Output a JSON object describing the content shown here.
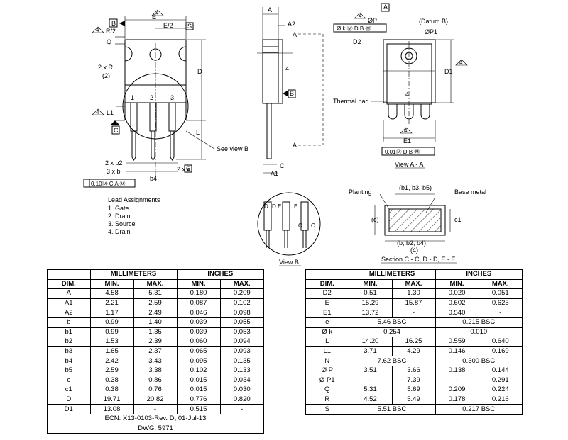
{
  "labels": {
    "datum_b": "B",
    "datum_c": "C",
    "datum_a": "A",
    "note4": "4",
    "dim_e": "E",
    "dim_e_half": "E/2",
    "dim_s": "S",
    "dim_r_half": "R/2",
    "dim_2xr": "2 x R",
    "note2": "(2)",
    "pin1": "1",
    "pin2": "2",
    "pin3": "3",
    "dim_d": "D",
    "dim_l": "L",
    "dim_l1": "L1",
    "dim_q": "Q",
    "see_view_b": "See view B",
    "dim_2xb2": "2 x b2",
    "dim_3xb": "3 x b",
    "dim_b4": "b4",
    "dim_2xe": "2 x e",
    "fcf_left": "0.10Ⓜ C A Ⓜ",
    "lead_title": "Lead Assignments",
    "lead_1": "1. Gate",
    "lead_2": "2. Drain",
    "lead_3": "3. Source",
    "lead_4": "4. Drain",
    "side_a": "A",
    "side_a2": "A2",
    "side_c": "C",
    "side_a1": "A1",
    "view_b": "View B",
    "view_b_d": "D",
    "view_b_de": "D E",
    "view_b_e": "E",
    "view_b_c": "C",
    "phi_p": "ØP",
    "datum_b_paren": "(Datum B)",
    "phi_p1": "ØP1",
    "fcf_top": "Ø k Ⓜ D B Ⓜ",
    "dim_d2": "D2",
    "dim_d1": "D1",
    "thermal_pad": "Thermal pad",
    "dim_e1": "E1",
    "fcf_bottom": "0.01Ⓜ D B Ⓜ",
    "view_aa": "View A - A",
    "planting": "Planting",
    "b_group1": "(b1, b3, b5)",
    "base_metal": "Base metal",
    "c_paren": "(c)",
    "c1": "c1",
    "b_group2": "(b, b2, b4)",
    "section": "Section C - C, D - D, E - E",
    "note4_paren": "(4)"
  },
  "table_left": {
    "h_dim": "DIM.",
    "h_mm": "MILLIMETERS",
    "h_in": "INCHES",
    "h_min": "MIN.",
    "h_max": "MAX.",
    "rows": [
      [
        "A",
        "4.58",
        "5.31",
        "0.180",
        "0.209"
      ],
      [
        "A1",
        "2.21",
        "2.59",
        "0.087",
        "0.102"
      ],
      [
        "A2",
        "1.17",
        "2.49",
        "0.046",
        "0.098"
      ],
      [
        "b",
        "0.99",
        "1.40",
        "0.039",
        "0.055"
      ],
      [
        "b1",
        "0.99",
        "1.35",
        "0.039",
        "0.053"
      ],
      [
        "b2",
        "1.53",
        "2.39",
        "0.060",
        "0.094"
      ],
      [
        "b3",
        "1.65",
        "2.37",
        "0.065",
        "0.093"
      ],
      [
        "b4",
        "2.42",
        "3.43",
        "0.095",
        "0.135"
      ],
      [
        "b5",
        "2.59",
        "3.38",
        "0.102",
        "0.133"
      ],
      [
        "c",
        "0.38",
        "0.86",
        "0.015",
        "0.034"
      ],
      [
        "c1",
        "0.38",
        "0.76",
        "0.015",
        "0.030"
      ],
      [
        "D",
        "19.71",
        "20.82",
        "0.776",
        "0.820"
      ],
      [
        "D1",
        "13.08",
        "-",
        "0.515",
        "-"
      ]
    ],
    "ecn": "ECN: X13-0103-Rev. D, 01-Jul-13",
    "dwg": "DWG: 5971"
  },
  "table_right": {
    "h_dim": "DIM.",
    "h_mm": "MILLIMETERS",
    "h_in": "INCHES",
    "h_min": "MIN.",
    "h_max": "MAX.",
    "rows": [
      [
        "D2",
        "0.51",
        "1.30",
        "0.020",
        "0.051"
      ],
      [
        "E",
        "15.29",
        "15.87",
        "0.602",
        "0.625"
      ],
      [
        "E1",
        "13.72",
        "-",
        "0.540",
        "-"
      ],
      [
        "e",
        "5.46 BSC",
        "",
        "0.215 BSC",
        ""
      ],
      [
        "Ø k",
        "0.254",
        "",
        "0.010",
        ""
      ],
      [
        "L",
        "14.20",
        "16.25",
        "0.559",
        "0.640"
      ],
      [
        "L1",
        "3.71",
        "4.29",
        "0.146",
        "0.169"
      ],
      [
        "N",
        "7.62 BSC",
        "",
        "0.300 BSC",
        ""
      ],
      [
        "Ø P",
        "3.51",
        "3.66",
        "0.138",
        "0.144"
      ],
      [
        "Ø P1",
        "-",
        "7.39",
        "-",
        "0.291"
      ],
      [
        "Q",
        "5.31",
        "5.69",
        "0.209",
        "0.224"
      ],
      [
        "R",
        "4.52",
        "5.49",
        "0.178",
        "0.216"
      ],
      [
        "S",
        "5.51 BSC",
        "",
        "0.217 BSC",
        ""
      ]
    ]
  }
}
